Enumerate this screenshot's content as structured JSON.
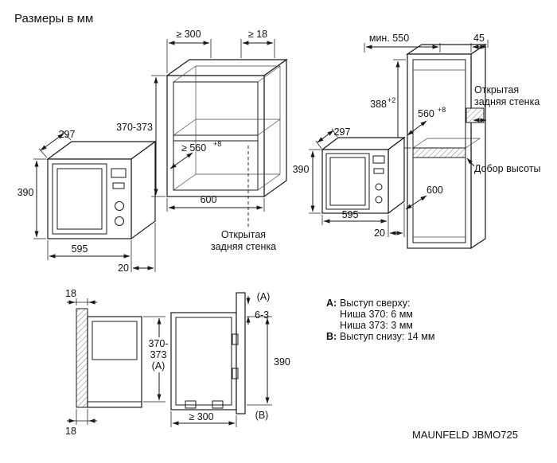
{
  "title": "Размеры в мм",
  "model_label": "MAUNFELD JBMO725",
  "mw_left": {
    "depth": "297",
    "height": "390",
    "width": "595",
    "door": "20"
  },
  "niche": {
    "top_depth": "≥ 300",
    "side_gap": "≥ 18",
    "height": "370-373",
    "depth_main": "≥ 560",
    "depth_sup": "+8",
    "width": "600",
    "open_back_line1": "Открытая",
    "open_back_line2": "задняя стенка"
  },
  "column": {
    "min_depth": "мин. 550",
    "rear_gap": "45",
    "niche_height_main": "388",
    "niche_height_sup": "+2",
    "depth_main": "560",
    "depth_sup": "+8",
    "width": "600",
    "open_back_line1": "Открытая",
    "open_back_line2": "задняя стенка",
    "filler_label": "Добор высоты"
  },
  "mw_right": {
    "depth": "297",
    "height": "390",
    "width": "595",
    "door": "20"
  },
  "side_view": {
    "wall_top": "18",
    "wall_bottom": "18",
    "niche_line1": "370-",
    "niche_line2": "373",
    "niche_line3": "(A)",
    "label_a": "(A)",
    "gap_top": "6-3",
    "height": "390",
    "label_b": "(B)",
    "depth": "≥ 300"
  },
  "notes": {
    "a_key": "A:",
    "a_title": "Выступ сверху:",
    "a_row1": "Ниша 370: 6 мм",
    "a_row2": "Ниша 373: 3 мм",
    "b_key": "B:",
    "b_title": "Выступ снизу: 14 мм"
  }
}
